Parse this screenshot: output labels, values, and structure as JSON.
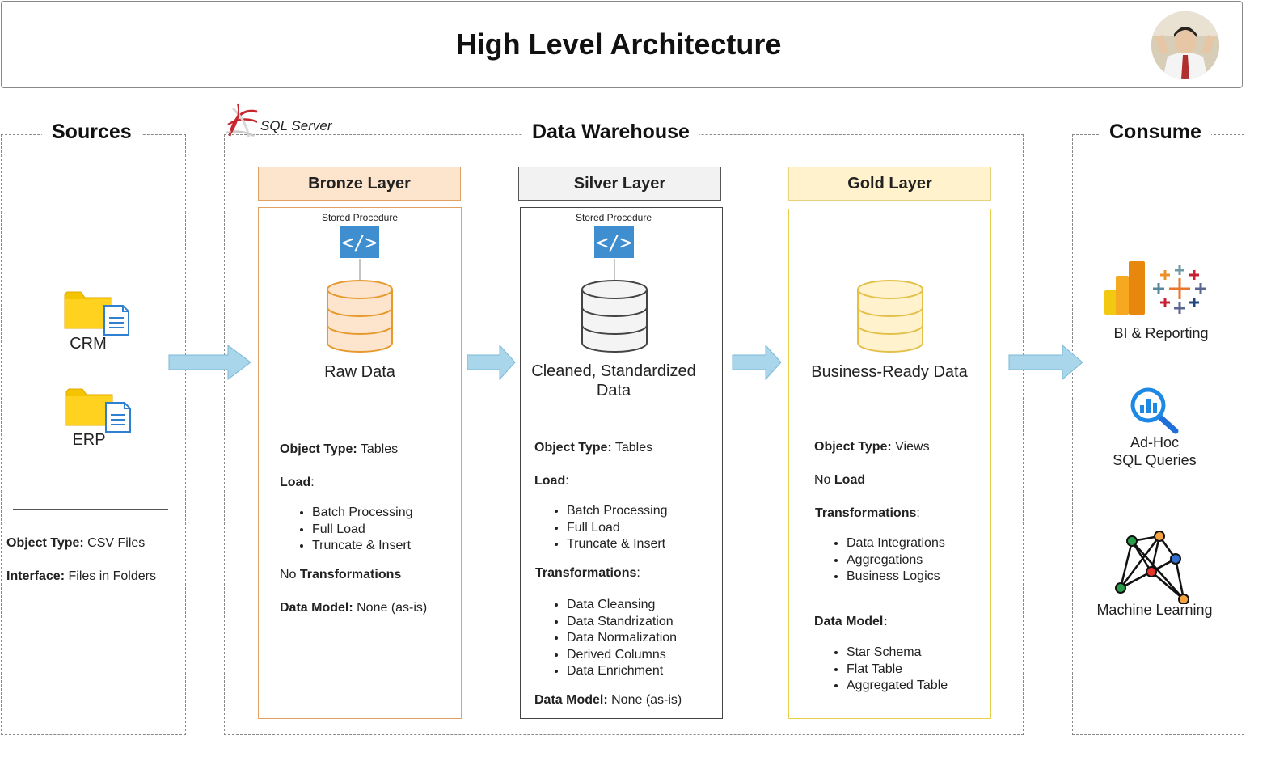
{
  "header": {
    "title": "High Level Architecture"
  },
  "sources": {
    "title": "Sources",
    "items": [
      {
        "label": "CRM"
      },
      {
        "label": "ERP"
      }
    ],
    "object_type_label": "Object Type:",
    "object_type_value": "CSV Files",
    "interface_label": "Interface:",
    "interface_value": "Files in Folders"
  },
  "warehouse": {
    "title": "Data Warehouse",
    "platform": "SQL Server"
  },
  "bronze": {
    "header": "Bronze Layer",
    "sp_label": "Stored Procedure",
    "description": "Raw Data",
    "object_type_label": "Object Type:",
    "object_type_value": "Tables",
    "load_label": "Load",
    "load_items": [
      "Batch Processing",
      "Full Load",
      "Truncate & Insert"
    ],
    "transform_prefix": "No",
    "transform_label": "Transformations",
    "model_label": "Data Model:",
    "model_value": "None (as-is)"
  },
  "silver": {
    "header": "Silver Layer",
    "sp_label": "Stored Procedure",
    "description_line1": "Cleaned, Standardized",
    "description_line2": "Data",
    "object_type_label": "Object Type:",
    "object_type_value": "Tables",
    "load_label": "Load",
    "load_items": [
      "Batch Processing",
      "Full Load",
      "Truncate & Insert"
    ],
    "transform_label": "Transformations",
    "transform_items": [
      "Data Cleansing",
      "Data Standrization",
      "Data Normalization",
      "Derived Columns",
      "Data Enrichment"
    ],
    "model_label": "Data Model:",
    "model_value": "None (as-is)"
  },
  "gold": {
    "header": "Gold Layer",
    "description": "Business-Ready Data",
    "object_type_label": "Object Type:",
    "object_type_value": "Views",
    "load_prefix": "No",
    "load_label": "Load",
    "transform_label": "Transformations",
    "transform_items": [
      "Data Integrations",
      "Aggregations",
      "Business Logics"
    ],
    "model_label": "Data Model:",
    "model_items": [
      "Star Schema",
      "Flat Table",
      "Aggregated Table"
    ]
  },
  "consume": {
    "title": "Consume",
    "bi": "BI & Reporting",
    "adhoc_line1": "Ad-Hoc",
    "adhoc_line2": "SQL Queries",
    "ml": "Machine Learning"
  },
  "colors": {
    "bronze_fill": "#fde4cc",
    "bronze_border": "#e0a060",
    "silver_fill": "#f2f2f2",
    "silver_border": "#555555",
    "gold_fill": "#fff2cc",
    "gold_border": "#e6d27a",
    "arrow": "#a9d6ea",
    "sp_blue": "#3e8ed0"
  }
}
